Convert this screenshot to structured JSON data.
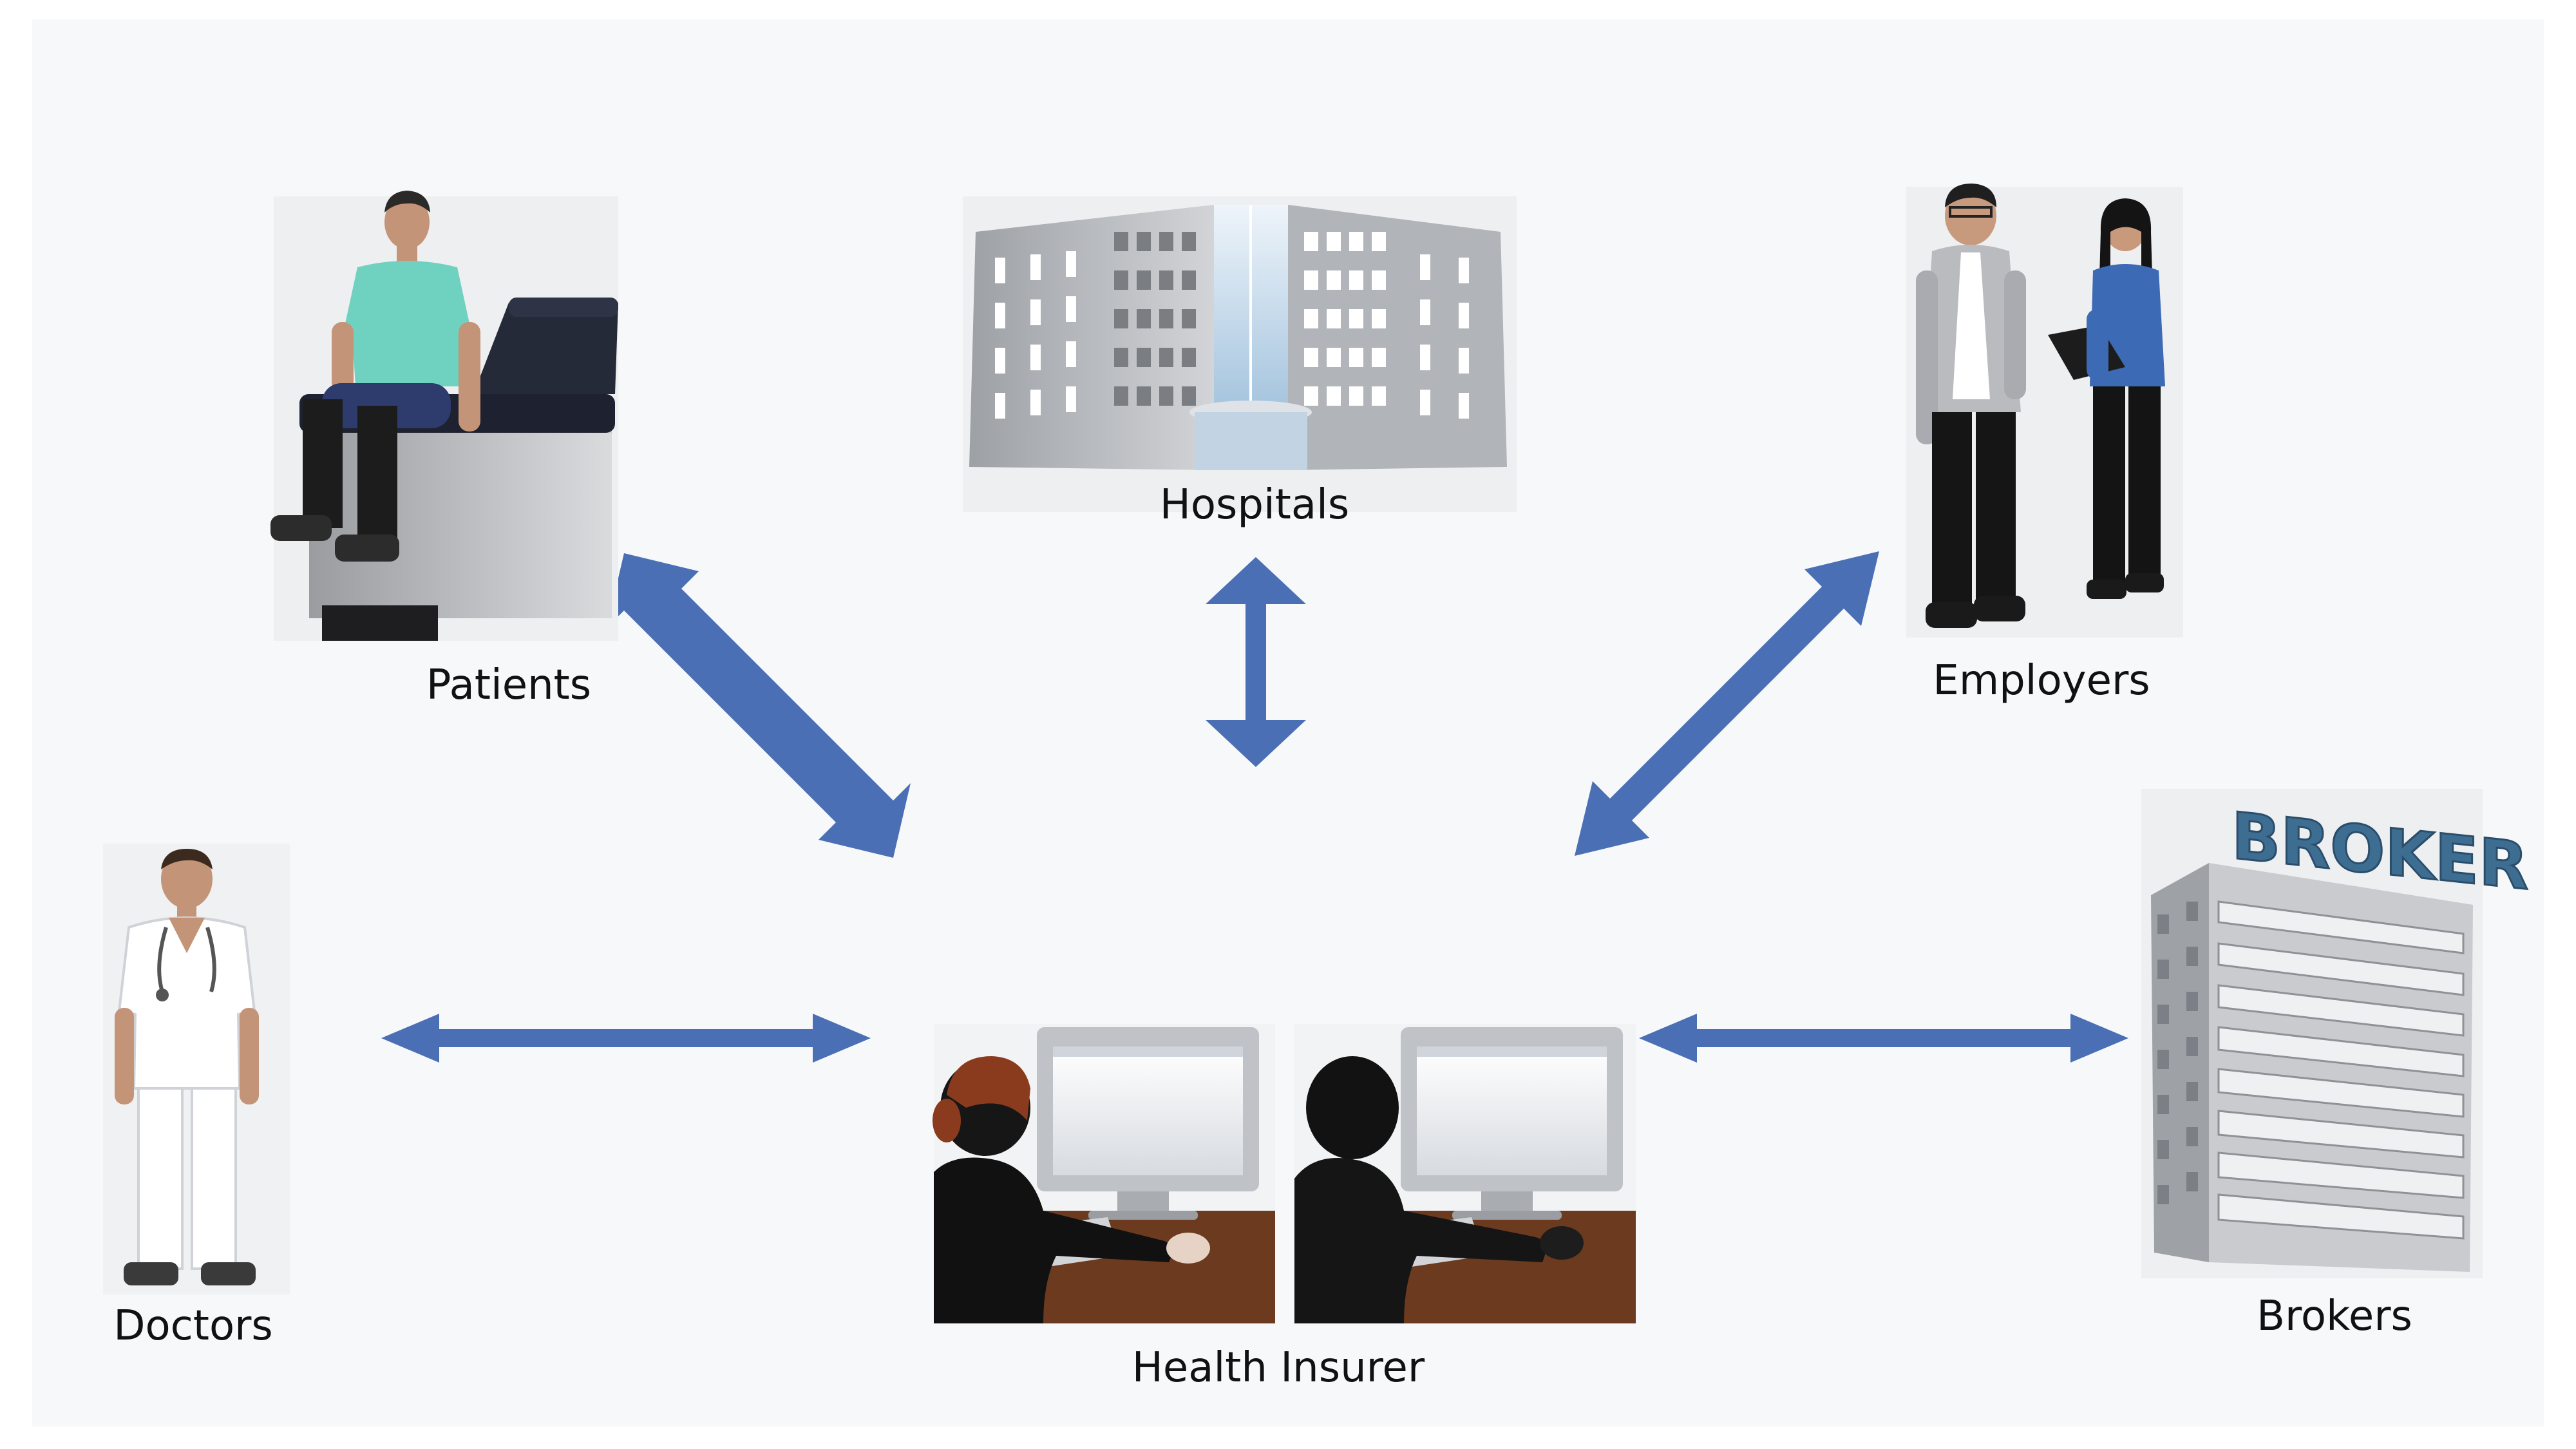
{
  "colors": {
    "background": "#f7f8fa",
    "page": "#ffffff",
    "arrow": "#4a6fb4",
    "broker_sign": "#3e6d92",
    "building_gray": "#b6b8bb",
    "window_dark": "#6f7378",
    "desk_wood": "#6b3a1f",
    "shirt_teal": "#6fd1c0",
    "jeans_blue": "#2d3c6c",
    "blouse_blue": "#3c6ab4"
  },
  "nodes": {
    "patients": {
      "label": "Patients",
      "icon": "patient-on-exam-table-icon"
    },
    "hospitals": {
      "label": "Hospitals",
      "icon": "hospital-building-icon"
    },
    "employers": {
      "label": "Employers",
      "icon": "employers-people-icon"
    },
    "doctors": {
      "label": "Doctors",
      "icon": "doctor-icon"
    },
    "health_insurer": {
      "label": "Health Insurer",
      "icon": "insurer-workstations-icon"
    },
    "brokers": {
      "label": "Brokers",
      "icon": "broker-building-icon",
      "sign_text": "BROKER"
    }
  },
  "connections": [
    {
      "from": "patients",
      "to": "health_insurer",
      "bidirectional": true
    },
    {
      "from": "hospitals",
      "to": "health_insurer",
      "bidirectional": true
    },
    {
      "from": "employers",
      "to": "health_insurer",
      "bidirectional": true
    },
    {
      "from": "doctors",
      "to": "health_insurer",
      "bidirectional": true
    },
    {
      "from": "brokers",
      "to": "health_insurer",
      "bidirectional": true
    }
  ]
}
